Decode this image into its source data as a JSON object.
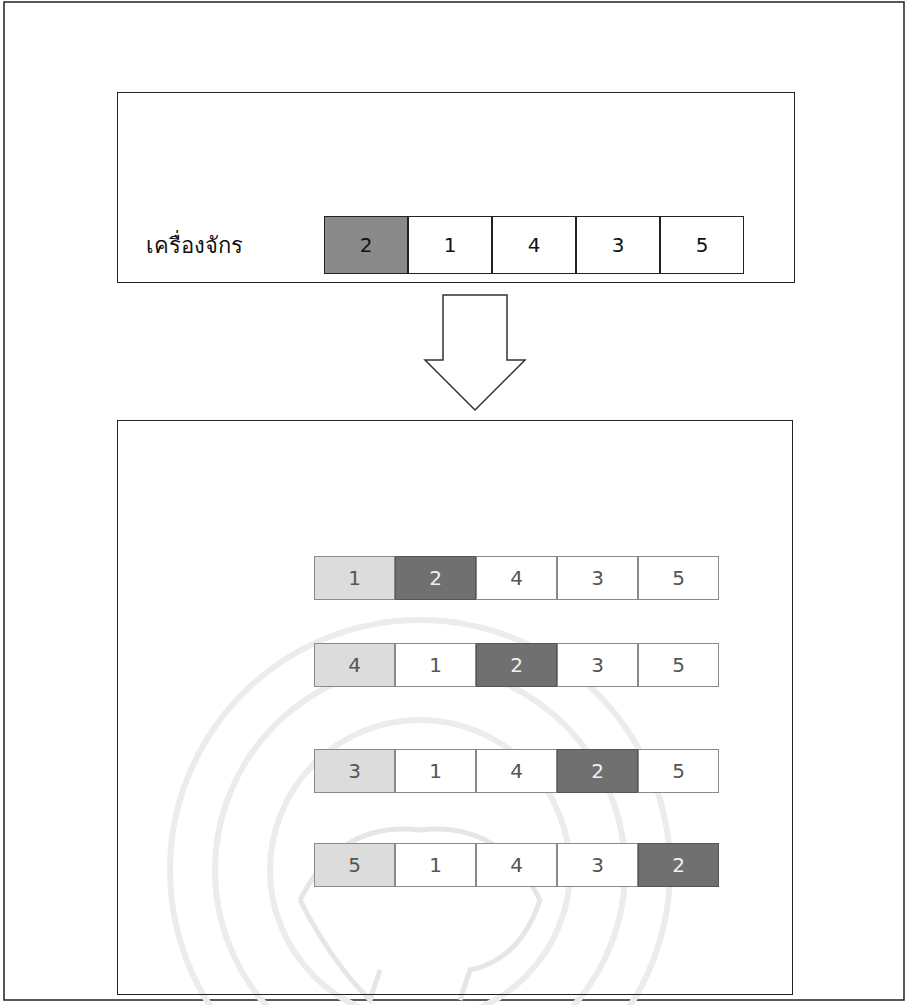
{
  "diagram": {
    "nodes": [
      {
        "text": [
          "เครื่องจักร"
        ]
      },
      {
        "text": [
          "2"
        ],
        "in": 0
      },
      {
        "text": [
          "1"
        ],
        "in": 0
      },
      {
        "text": [
          "4"
        ],
        "in": 0
      },
      {
        "text": [
          "3"
        ],
        "in": 0
      },
      {
        "text": [
          "5"
        ],
        "in": 0
      },
      {
        "text": []
      },
      {
        "text": [
          "1"
        ],
        "in": 6
      },
      {
        "text": [
          "2"
        ],
        "in": 6
      },
      {
        "text": [
          "4"
        ],
        "in": 6
      },
      {
        "text": [
          "3"
        ],
        "in": 6
      },
      {
        "text": [
          "5"
        ],
        "in": 6
      },
      {
        "text": [
          "4"
        ],
        "in": 6
      },
      {
        "text": [
          "1"
        ],
        "in": 6
      },
      {
        "text": [
          "2"
        ],
        "in": 6
      },
      {
        "text": [
          "3"
        ],
        "in": 6
      },
      {
        "text": [
          "5"
        ],
        "in": 6
      },
      {
        "text": [
          "3"
        ],
        "in": 6
      },
      {
        "text": [
          "1"
        ],
        "in": 6
      },
      {
        "text": [
          "4"
        ],
        "in": 6
      },
      {
        "text": [
          "2"
        ],
        "in": 6
      },
      {
        "text": [
          "5"
        ],
        "in": 6
      },
      {
        "text": [
          "5"
        ],
        "in": 6
      },
      {
        "text": [
          "1"
        ],
        "in": 6
      },
      {
        "text": [
          "4"
        ],
        "in": 6
      },
      {
        "text": [
          "3"
        ],
        "in": 6
      },
      {
        "text": [
          "2"
        ],
        "in": 6
      }
    ],
    "edges": [
      {
        "from": 0,
        "to": 6,
        "arrow": "to"
      }
    ]
  }
}
